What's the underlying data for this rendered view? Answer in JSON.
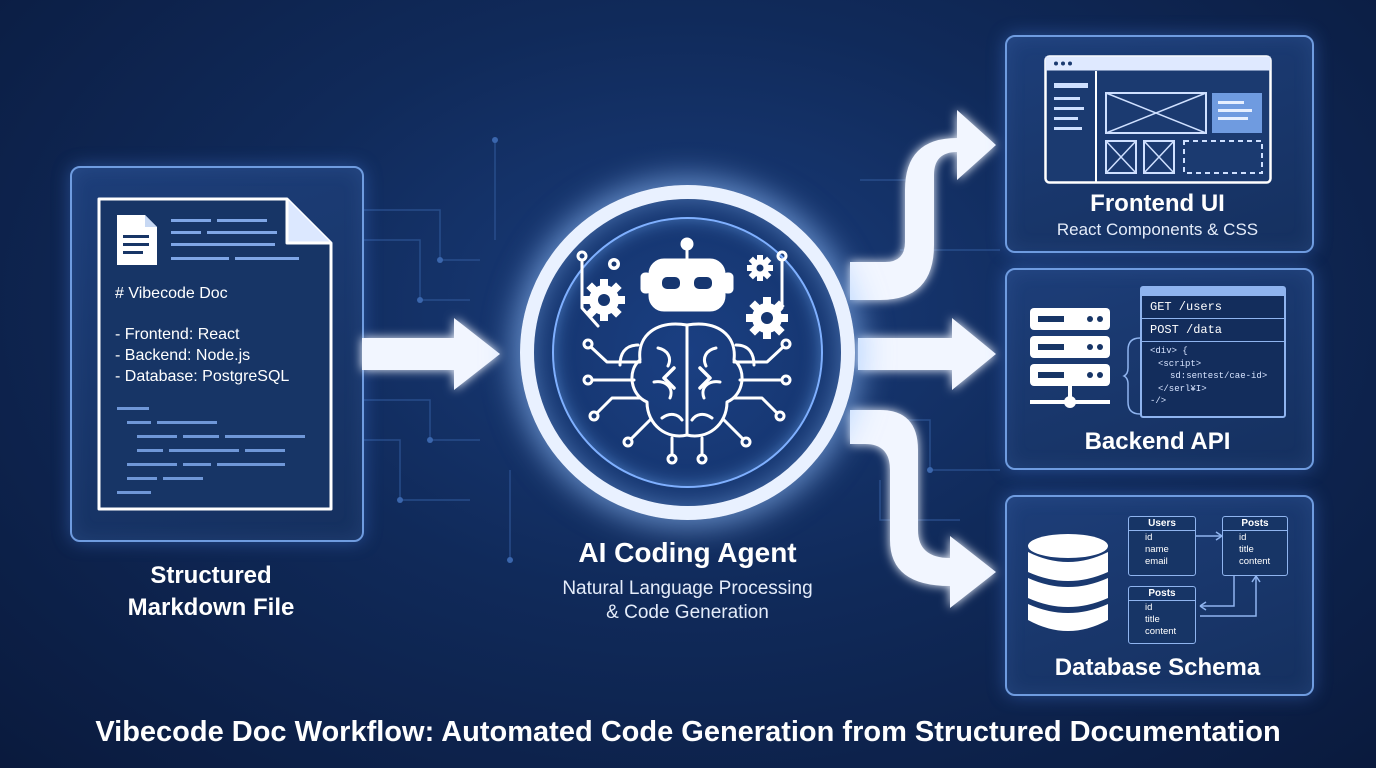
{
  "source_doc": {
    "heading": "# Vibecode Doc",
    "items": [
      "- Frontend: React",
      "- Backend: Node.js",
      "- Database: PostgreSQL"
    ],
    "caption_line1": "Structured",
    "caption_line2": "Markdown File"
  },
  "agent": {
    "title": "AI Coding Agent",
    "subtitle_line1": "Natural Language Processing",
    "subtitle_line2": "& Code Generation"
  },
  "outputs": {
    "frontend": {
      "title": "Frontend UI",
      "subtitle": "React Components & CSS"
    },
    "backend": {
      "title": "Backend API",
      "code_lines": [
        "GET /users",
        "POST /data",
        "<div> {",
        "<script>",
        "sd:sentest/cae-id>",
        "</serl¥I>",
        "-/>"
      ]
    },
    "database": {
      "title": "Database Schema",
      "tables": [
        {
          "name": "Users",
          "fields": [
            "id",
            "name",
            "email"
          ]
        },
        {
          "name": "Posts",
          "fields": [
            "id",
            "title",
            "content"
          ]
        },
        {
          "name": "Posts",
          "fields": [
            "id",
            "title",
            "content"
          ]
        }
      ]
    }
  },
  "footer": {
    "title": "Vibecode Doc Workflow: Automated Code Generation from Structured Documentation"
  },
  "colors": {
    "background": "#0f2555",
    "panel": "#1a376c",
    "border": "#6f9ce0",
    "glow": "#dbe8ff"
  }
}
